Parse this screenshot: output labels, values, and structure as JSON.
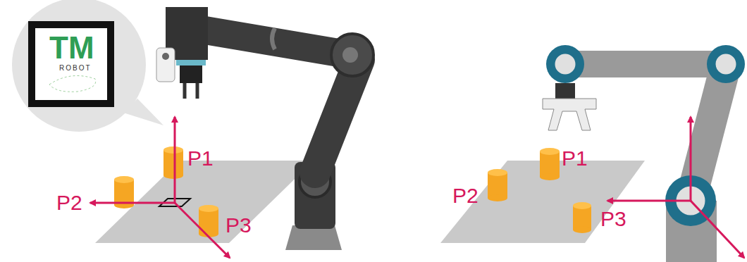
{
  "diagram": {
    "labels": [
      "TM",
      "ROBOT",
      "P1",
      "P2",
      "P3",
      "P1",
      "P2",
      "P3"
    ]
  }
}
